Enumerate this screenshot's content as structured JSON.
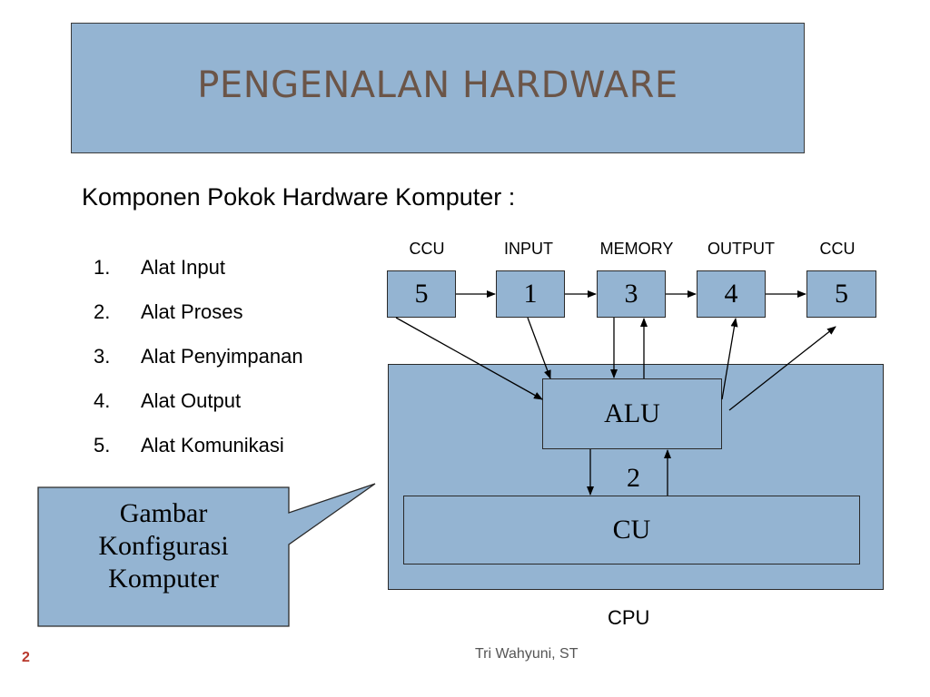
{
  "title": "PENGENALAN HARDWARE",
  "subtitle": "Komponen Pokok Hardware Komputer :",
  "components": [
    {
      "num": "1.",
      "label": "Alat Input"
    },
    {
      "num": "2.",
      "label": "Alat Proses"
    },
    {
      "num": "3.",
      "label": "Alat Penyimpanan"
    },
    {
      "num": "4.",
      "label": "Alat Output"
    },
    {
      "num": "5.",
      "label": "Alat Komunikasi"
    }
  ],
  "diagram": {
    "top_labels": [
      "CCU",
      "INPUT",
      "MEMORY",
      "OUTPUT",
      "CCU"
    ],
    "top_boxes": [
      "5",
      "1",
      "3",
      "4",
      "5"
    ],
    "alu": "ALU",
    "cu": "CU",
    "alu_cu_number": "2",
    "cpu": "CPU"
  },
  "callout": [
    "Gambar",
    "Konfigurasi",
    "Komputer"
  ],
  "footer": {
    "author": "Tri Wahyuni, ST",
    "page": "2"
  },
  "colors": {
    "box_fill": "#94b4d2",
    "title_text": "#6b5548",
    "page_number": "#b8372b"
  }
}
